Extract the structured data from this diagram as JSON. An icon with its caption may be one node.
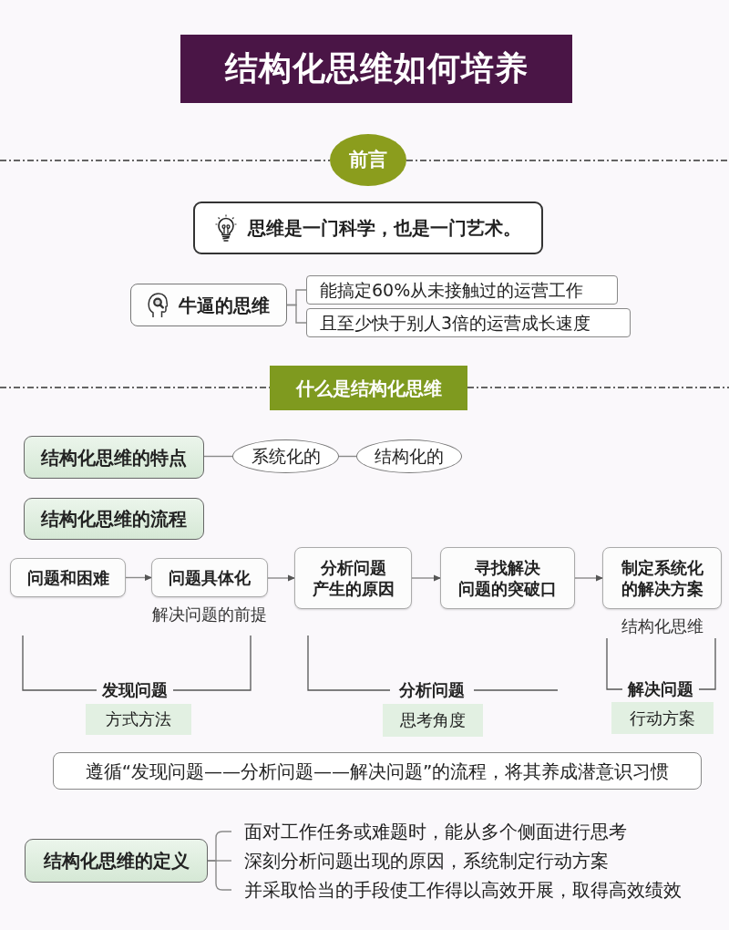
{
  "diagram": {
    "title": "结构化思维如何培养",
    "nodes": [
      {
        "text": [
          "前言"
        ]
      },
      {
        "text": [
          "思维是一门科学，也是一门艺术。"
        ]
      },
      {
        "text": [
          "牛逼的思维"
        ]
      },
      {
        "text": [
          "能搞定60%从未接触过的运营工作"
        ]
      },
      {
        "text": [
          "且至少快于别人3倍的运营成长速度"
        ]
      },
      {
        "text": [
          "什么是结构化思维"
        ]
      },
      {
        "text": [
          "结构化思维的特点"
        ]
      },
      {
        "text": [
          "系统化的"
        ]
      },
      {
        "text": [
          "结构化的"
        ]
      },
      {
        "text": [
          "结构化思维的流程"
        ]
      },
      {
        "text": [
          "问题和困难"
        ]
      },
      {
        "text": [
          "问题具体化"
        ],
        "beside": [
          "解决问题的前提"
        ]
      },
      {
        "text": [
          "分析问题产生的原因"
        ]
      },
      {
        "text": [
          "寻找解决问题的突破口"
        ]
      },
      {
        "text": [
          "制定系统化的解决方案"
        ],
        "beside": [
          "结构化思维"
        ]
      },
      {
        "text": [
          "方式方法"
        ]
      },
      {
        "text": [
          "思考角度"
        ]
      },
      {
        "text": [
          "行动方案"
        ]
      },
      {
        "text": [
          "遵循“发现问题——分析问题——解决问题”的流程，将其养成潜意识习惯"
        ]
      },
      {
        "text": [
          "结构化思维的定义"
        ]
      },
      {
        "text": [
          "面对工作任务或难题时，能从多个侧面进行思考"
        ]
      },
      {
        "text": [
          "深刻分析问题出现的原因，系统制定行动方案"
        ]
      },
      {
        "text": [
          "并采取恰当的手段使工作得以高效开展，取得高效绩效"
        ]
      }
    ],
    "edges": [
      {
        "from": 2,
        "to": 3,
        "arrow": "none"
      },
      {
        "from": 2,
        "to": 4,
        "arrow": "none"
      },
      {
        "from": 6,
        "to": 7,
        "arrow": "none"
      },
      {
        "from": 7,
        "to": 8,
        "arrow": "none"
      },
      {
        "from": 10,
        "to": 11,
        "arrow": "to"
      },
      {
        "from": 11,
        "to": 12,
        "arrow": "to"
      },
      {
        "from": 12,
        "to": 13,
        "arrow": "to"
      },
      {
        "from": 13,
        "to": 14,
        "arrow": "to"
      },
      {
        "from": 19,
        "to": 20,
        "arrow": "none"
      },
      {
        "from": 19,
        "to": 21,
        "arrow": "none"
      },
      {
        "from": 19,
        "to": 22,
        "arrow": "none"
      }
    ],
    "labels": [
      "发现问题",
      "分析问题",
      "解决问题"
    ]
  }
}
